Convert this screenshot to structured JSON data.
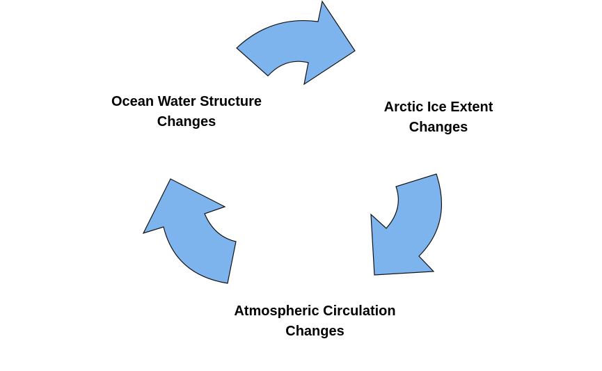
{
  "diagram": {
    "type": "cycle",
    "colors": {
      "arrow_fill": "#7db4ee",
      "arrow_stroke": "#111111",
      "text": "#000000"
    },
    "nodes": [
      {
        "line1": "Arctic Ice Extent",
        "line2": "Changes"
      },
      {
        "line1": "Atmospheric Circulation",
        "line2": "Changes"
      },
      {
        "line1": "Ocean Water Structure",
        "line2": "Changes"
      }
    ]
  }
}
